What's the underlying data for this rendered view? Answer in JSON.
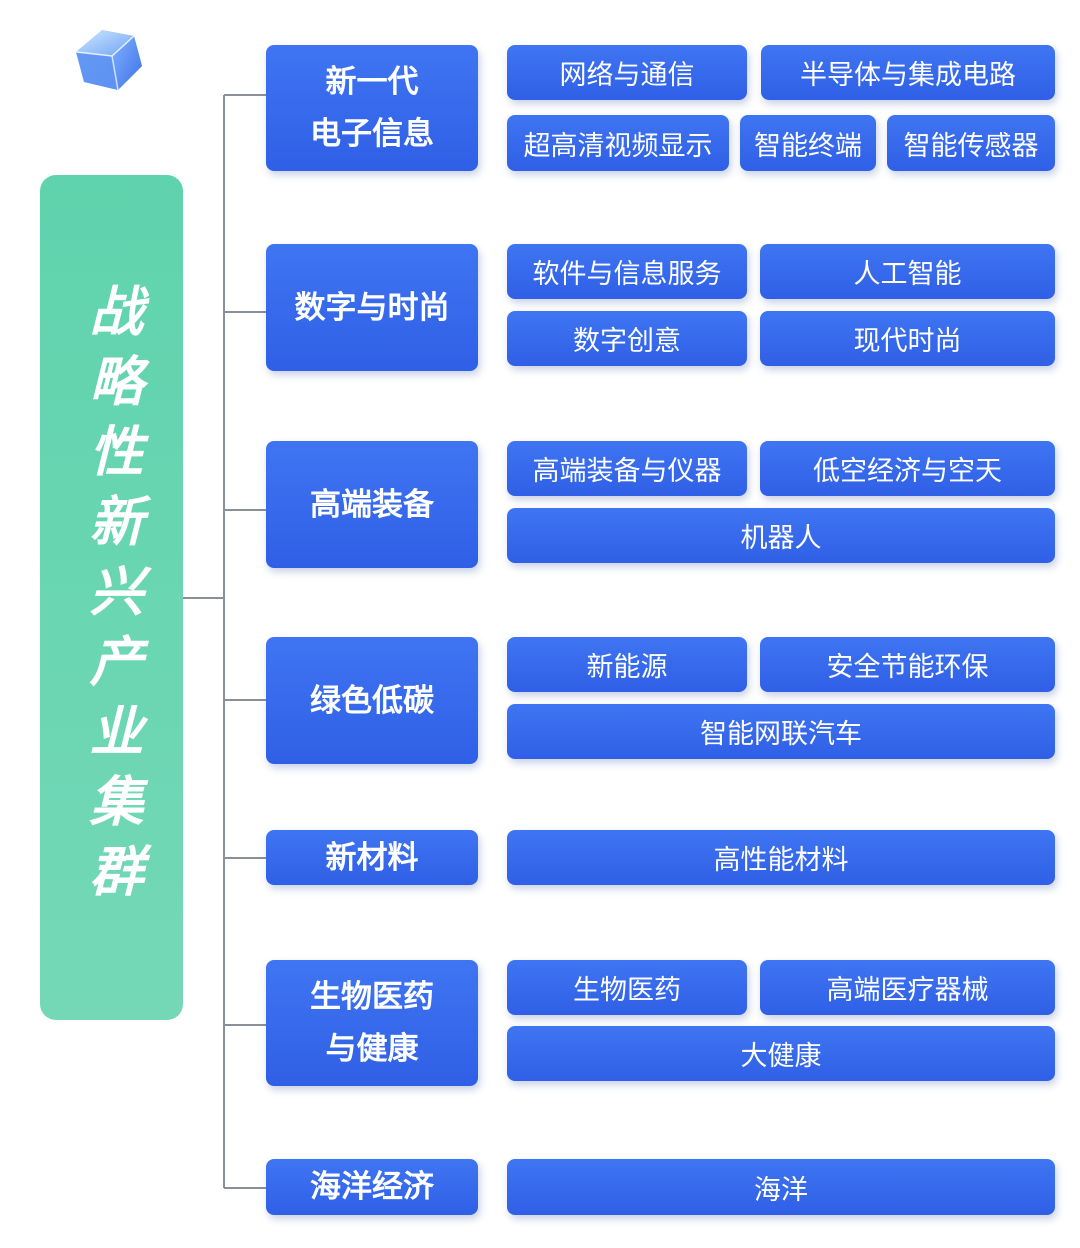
{
  "title": "战略性新兴产业集群",
  "colors": {
    "root": "#66d4af",
    "box": "#3466ea",
    "line": "#8a9097"
  },
  "logo_icon": "blue-cube-icon",
  "categories": [
    {
      "label": "新一代\n电子信息",
      "items": [
        "网络与通信",
        "半导体与集成电路",
        "超高清视频显示",
        "智能终端",
        "智能传感器"
      ]
    },
    {
      "label": "数字与时尚",
      "items": [
        "软件与信息服务",
        "人工智能",
        "数字创意",
        "现代时尚"
      ]
    },
    {
      "label": "高端装备",
      "items": [
        "高端装备与仪器",
        "低空经济与空天",
        "机器人"
      ]
    },
    {
      "label": "绿色低碳",
      "items": [
        "新能源",
        "安全节能环保",
        "智能网联汽车"
      ]
    },
    {
      "label": "新材料",
      "items": [
        "高性能材料"
      ]
    },
    {
      "label": "生物医药\n与健康",
      "items": [
        "生物医药",
        "高端医疗器械",
        "大健康"
      ]
    },
    {
      "label": "海洋经济",
      "items": [
        "海洋"
      ]
    }
  ]
}
